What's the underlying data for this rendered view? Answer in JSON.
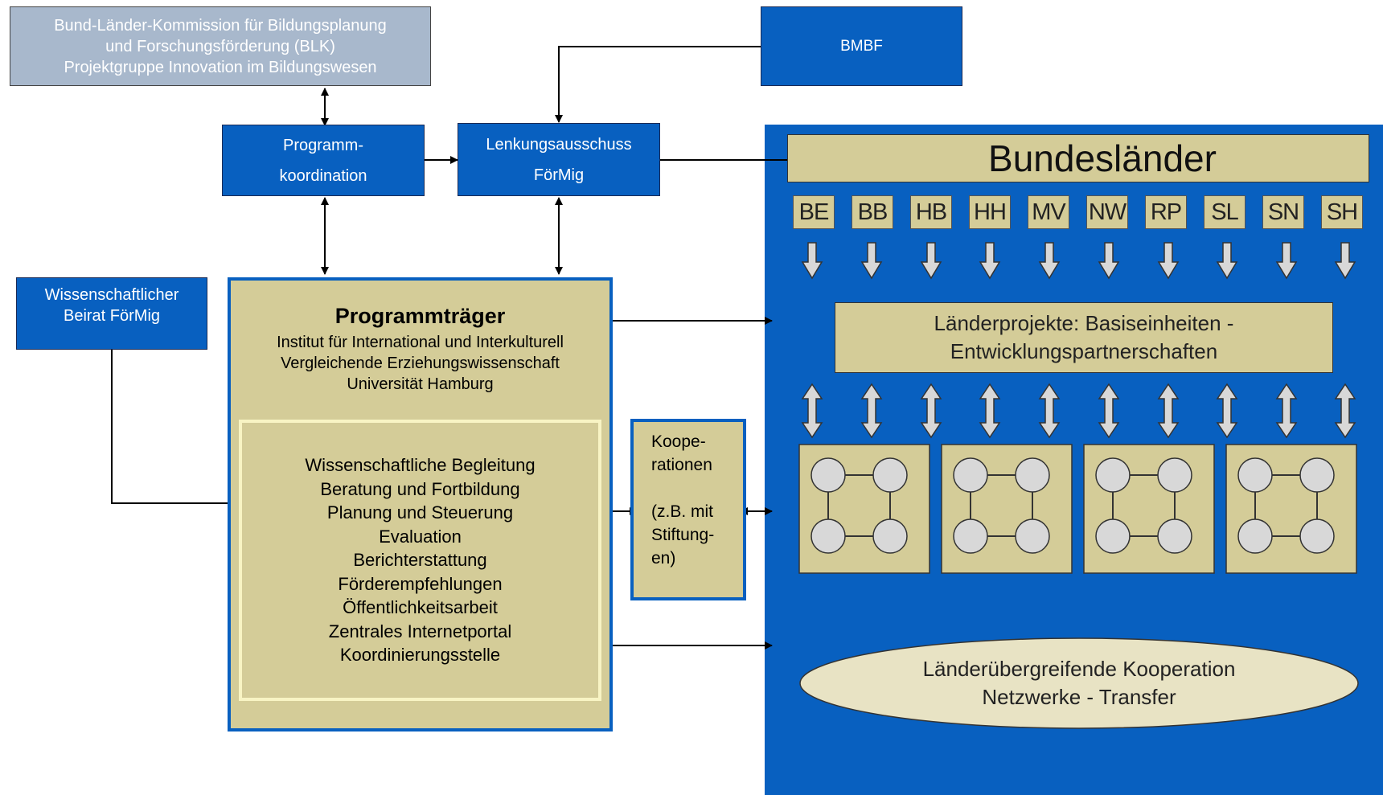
{
  "blk": {
    "lines": [
      "Bund-Länder-Kommission für Bildungsplanung",
      "und Forschungsförderung (BLK)",
      "Projektgruppe Innovation im Bildungswesen"
    ]
  },
  "bmbf": {
    "label": "BMBF"
  },
  "programmkoordination": {
    "lines": [
      "Programm-",
      "koordination"
    ]
  },
  "lenkungsausschuss": {
    "lines": [
      "Lenkungsausschuss",
      "FörMig"
    ]
  },
  "beirat": {
    "lines": [
      "Wissenschaftlicher",
      "Beirat FörMig"
    ]
  },
  "programmtraeger": {
    "title": "Programmträger",
    "institute": [
      "Institut für International und Interkulturell",
      "Vergleichende Erziehungswissenschaft",
      "Universität Hamburg"
    ],
    "tasks": [
      "Wissenschaftliche Begleitung",
      "Beratung und Fortbildung",
      "Planung und Steuerung",
      "Evaluation",
      "Berichterstattung",
      "Förderempfehlungen",
      "Öffentlichkeitsarbeit",
      "Zentrales Internetportal",
      "Koordinierungsstelle"
    ]
  },
  "kooperationen": {
    "lines": [
      "Koope-",
      "rationen",
      "",
      "(z.B. mit",
      "Stiftung-",
      "en)"
    ]
  },
  "bundeslaender": {
    "title": "Bundesländer",
    "states": [
      "BE",
      "BB",
      "HB",
      "HH",
      "MV",
      "NW",
      "RP",
      "SL",
      "SN",
      "SH"
    ],
    "laenderprojekte": [
      "Länderprojekte: Basiseinheiten -",
      "Entwicklungspartnerschaften"
    ],
    "uebergreifend": [
      "Länderübergreifende Kooperation",
      "Netzwerke - Transfer"
    ]
  },
  "colors": {
    "blue": "#0860c0",
    "tan": "#d4cc98",
    "blk_gray": "#a8b8cc",
    "node_gray": "#d8d8d8"
  }
}
